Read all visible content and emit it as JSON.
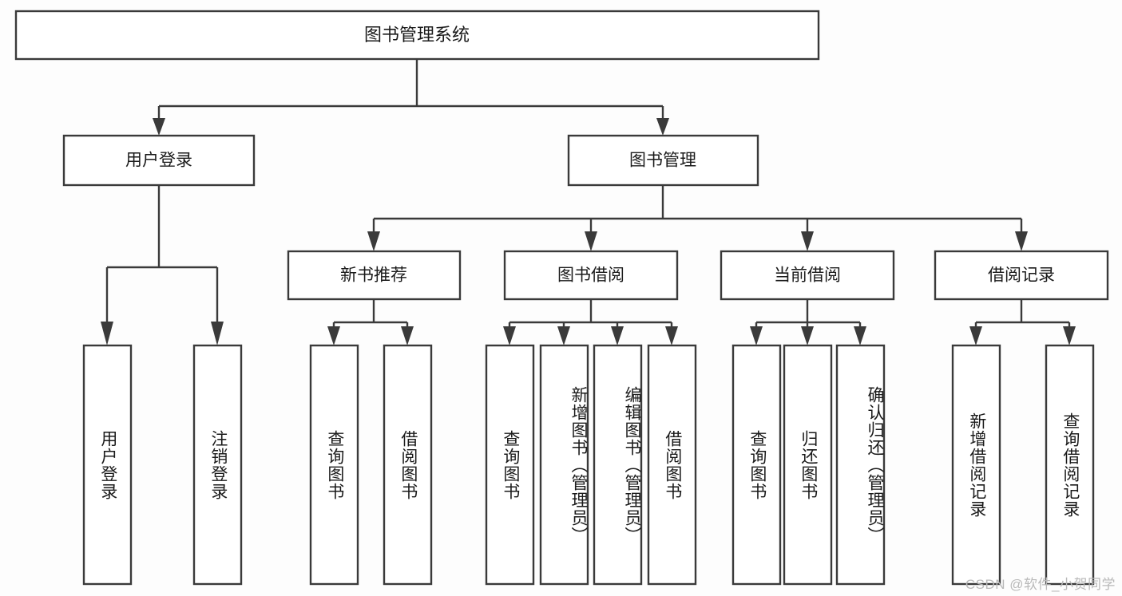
{
  "diagram": {
    "type": "tree",
    "title": "图书管理系统",
    "root": {
      "id": "root",
      "label": "图书管理系统",
      "orientation": "horizontal"
    },
    "level2": [
      {
        "id": "user-login",
        "label": "用户登录",
        "orientation": "horizontal"
      },
      {
        "id": "book-manage",
        "label": "图书管理",
        "orientation": "horizontal"
      }
    ],
    "level3": [
      {
        "id": "new-book-recommend",
        "label": "新书推荐",
        "orientation": "horizontal",
        "parent": "book-manage"
      },
      {
        "id": "book-borrow",
        "label": "图书借阅",
        "orientation": "horizontal",
        "parent": "book-manage"
      },
      {
        "id": "current-borrow",
        "label": "当前借阅",
        "orientation": "horizontal",
        "parent": "book-manage"
      },
      {
        "id": "borrow-record",
        "label": "借阅记录",
        "orientation": "horizontal",
        "parent": "book-manage"
      }
    ],
    "leaves": [
      {
        "id": "leaf-user-login",
        "label": "用户登录",
        "parent": "user-login",
        "orientation": "vertical"
      },
      {
        "id": "leaf-user-logout",
        "label": "注销登录",
        "parent": "user-login",
        "orientation": "vertical"
      },
      {
        "id": "leaf-query-book-1",
        "label": "查询图书",
        "parent": "new-book-recommend",
        "orientation": "vertical"
      },
      {
        "id": "leaf-borrow-book-1",
        "label": "借阅图书",
        "parent": "new-book-recommend",
        "orientation": "vertical"
      },
      {
        "id": "leaf-query-book-2",
        "label": "查询图书",
        "parent": "book-borrow",
        "orientation": "vertical"
      },
      {
        "id": "leaf-add-book",
        "label": "新增图书（管理员）",
        "parent": "book-borrow",
        "orientation": "vertical"
      },
      {
        "id": "leaf-edit-book",
        "label": "编辑图书（管理员）",
        "parent": "book-borrow",
        "orientation": "vertical"
      },
      {
        "id": "leaf-borrow-book-2",
        "label": "借阅图书",
        "parent": "book-borrow",
        "orientation": "vertical"
      },
      {
        "id": "leaf-query-book-3",
        "label": "查询图书",
        "parent": "current-borrow",
        "orientation": "vertical"
      },
      {
        "id": "leaf-return-book",
        "label": "归还图书",
        "parent": "current-borrow",
        "orientation": "vertical"
      },
      {
        "id": "leaf-confirm-return",
        "label": "确认归还（管理员）",
        "parent": "current-borrow",
        "orientation": "vertical"
      },
      {
        "id": "leaf-add-record",
        "label": "新增借阅记录",
        "parent": "borrow-record",
        "orientation": "vertical"
      },
      {
        "id": "leaf-query-record",
        "label": "查询借阅记录",
        "parent": "borrow-record",
        "orientation": "vertical"
      }
    ],
    "colors": {
      "box_stroke": "#3a3a3a",
      "box_fill": "#ffffff",
      "text": "#1a1a1a",
      "connector": "#3a3a3a",
      "background": "#fdfdfd",
      "watermark": "#b9b9b9"
    }
  },
  "watermark": {
    "text": "CSDN @软件_小贺同学"
  }
}
